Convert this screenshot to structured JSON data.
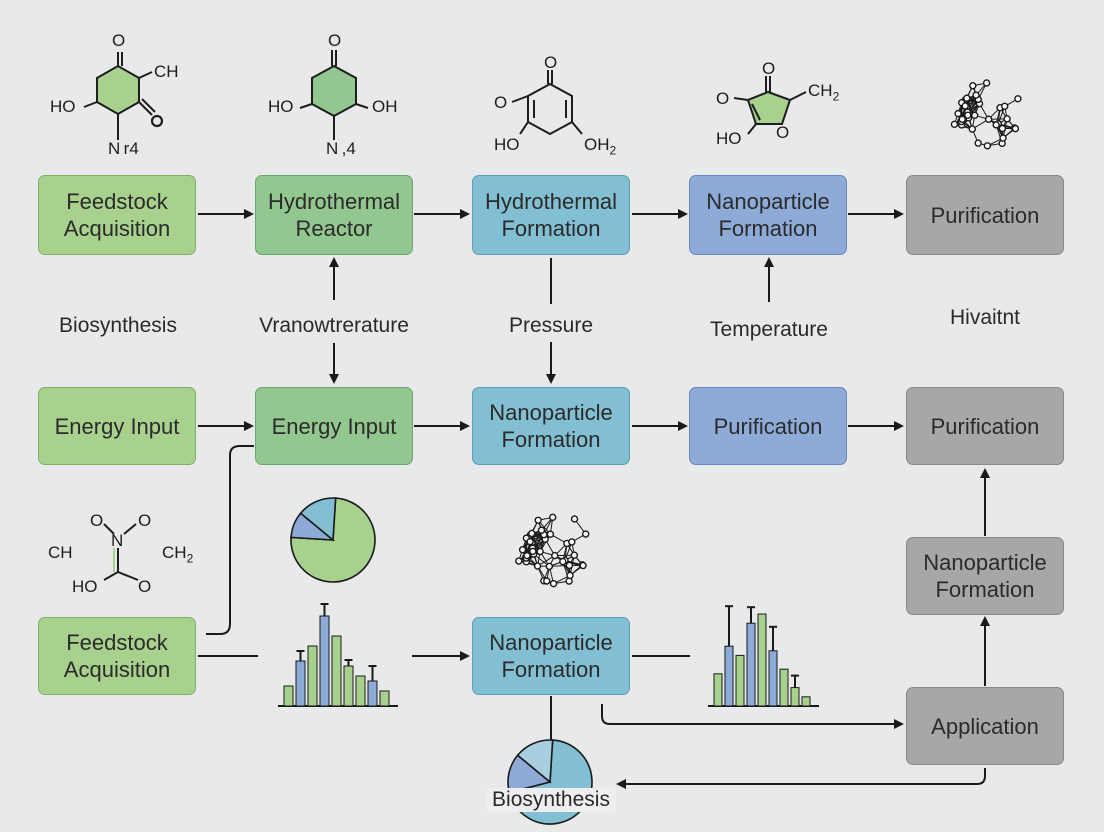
{
  "colors": {
    "background": "#e7e9ea",
    "green": "#a9d18e",
    "green_dark": "#92c78f",
    "teal": "#82bfd2",
    "blue": "#8eabd8",
    "gray": "#a7a7a7",
    "arrow": "#1a1a1a"
  },
  "row1": {
    "box1": "Feedstock\nAcquisition",
    "box2": "Hydrothermal\nReactor",
    "box3": "Hydrothermal\nFormation",
    "box4": "Nanoparticle\nFormation",
    "box5": "Purification"
  },
  "row2": {
    "box1": "Energy Input",
    "box2": "Energy Input",
    "box3": "Nanoparticle\nFormation",
    "box4": "Purification",
    "box5": "Purification"
  },
  "row3": {
    "box1": "Feedstock\nAcquisition",
    "box3": "Nanoparticle\nFormation",
    "box5_upper": "Nanoparticle\nFormation",
    "box5_lower": "Application"
  },
  "labels": {
    "biosynthesis_top": "Biosynthesis",
    "vranow": "Vranowtrerature",
    "pressure": "Pressure",
    "temperature": "Temperature",
    "hivaitnt": "Hivaitnt",
    "biosynthesis_bottom": "Biosynthesis"
  },
  "molecules": {
    "m1": {
      "o": "O",
      "ch": "CH",
      "ho": "HO",
      "n": "N r4"
    },
    "m2": {
      "o": "O",
      "ho": "HO",
      "oh": "OH",
      "n": "N ,4"
    },
    "m3": {
      "o_top": "O",
      "o_left": "O",
      "ho": "HO",
      "oh2": "OH2"
    },
    "m4": {
      "o_top": "O",
      "o_left": "O",
      "ch2": "CH2",
      "ho": "HO",
      "o_ring": "O"
    },
    "m5": {
      "o1": "O",
      "o2": "O",
      "n": "N",
      "ch": "CH",
      "ch2": "CH2",
      "ho": "HO",
      "o3": "O"
    }
  },
  "icons": [
    "network-cluster-icon",
    "pie-chart-icon",
    "bar-chart-icon"
  ],
  "chart_data": [
    {
      "type": "pie",
      "values": [
        75,
        10,
        15
      ],
      "colors": [
        "#a9d18e",
        "#8eabd8",
        "#82bfd2"
      ]
    },
    {
      "type": "bar",
      "values": [
        20,
        45,
        60,
        90,
        70,
        40,
        30,
        25,
        15
      ],
      "colors": [
        "#a9d18e",
        "#8eabd8",
        "#a9d18e",
        "#8eabd8",
        "#a9d18e",
        "#a9d18e",
        "#a9d18e",
        "#8eabd8",
        "#a9d18e"
      ]
    },
    {
      "type": "bar",
      "values": [
        35,
        65,
        55,
        90,
        100,
        60,
        40,
        20,
        10
      ],
      "colors": [
        "#a9d18e",
        "#8eabd8",
        "#a9d18e",
        "#8eabd8",
        "#a9d18e",
        "#8eabd8",
        "#a9d18e",
        "#a9d18e",
        "#a9d18e"
      ]
    },
    {
      "type": "pie",
      "values": [
        70,
        15,
        15
      ],
      "colors": [
        "#82bfd2",
        "#8eabd8",
        "#a8cfe0"
      ]
    }
  ]
}
